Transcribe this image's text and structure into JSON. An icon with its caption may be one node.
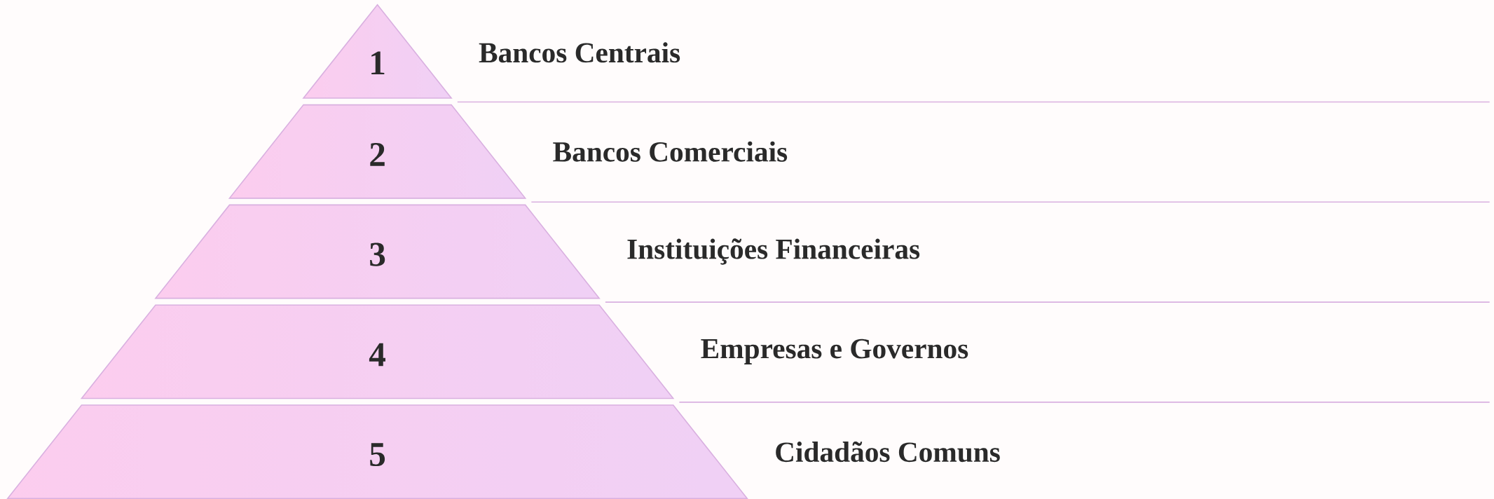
{
  "diagram": {
    "nodes": [
      {
        "text": [
          "1"
        ],
        "beside": [
          "Bancos Centrais"
        ]
      },
      {
        "text": [
          "2"
        ],
        "beside": [
          "Bancos Comerciais"
        ]
      },
      {
        "text": [
          "3"
        ],
        "beside": [
          "Instituições Financeiras"
        ]
      },
      {
        "text": [
          "4"
        ],
        "beside": [
          "Empresas e Governos"
        ]
      },
      {
        "text": [
          "5"
        ],
        "beside": [
          "Cidadãos Comuns"
        ]
      }
    ]
  }
}
